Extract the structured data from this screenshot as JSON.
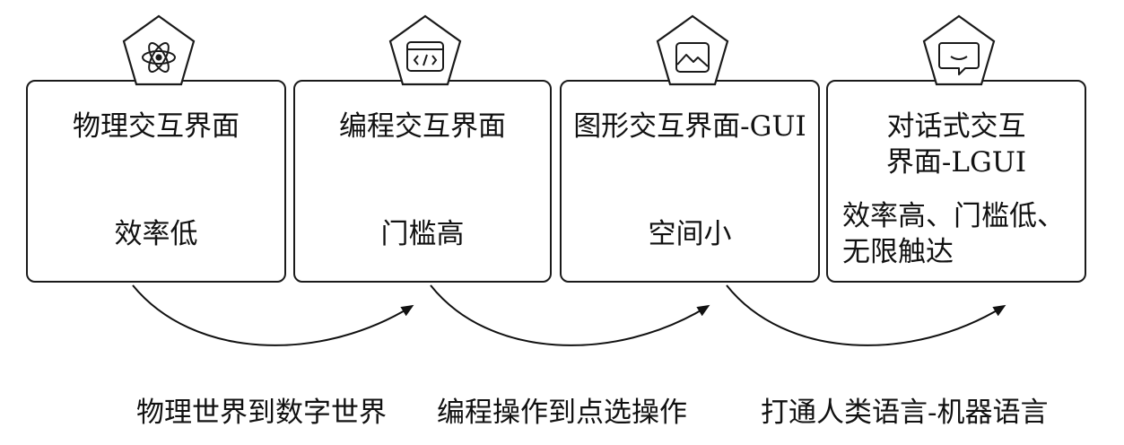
{
  "stages": [
    {
      "title": "物理交互界面",
      "desc": "效率低",
      "icon": "atom-icon"
    },
    {
      "title": "编程交互界面",
      "desc": "门槛高",
      "icon": "code-window-icon"
    },
    {
      "title": "图形交互界面-GUI",
      "desc": "空间小",
      "icon": "image-icon"
    },
    {
      "title": "对话式交互\n界面-LGUI",
      "desc": "效率高、门槛低、\n无限触达",
      "icon": "chat-bubble-icon"
    }
  ],
  "transitions": [
    "物理世界到数字世界",
    "编程操作到点选操作",
    "打通人类语言-机器语言"
  ]
}
